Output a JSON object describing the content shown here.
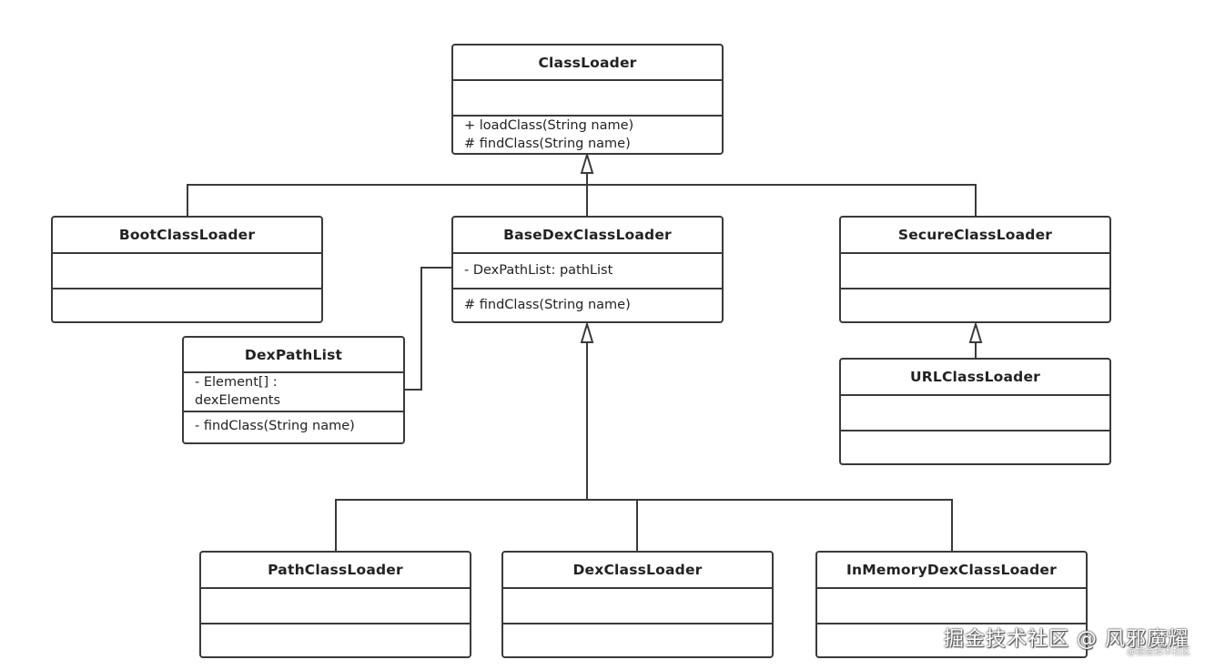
{
  "classes": {
    "classloader": {
      "name": "ClassLoader",
      "attributes": [],
      "operations": [
        "+ loadClass(String name)",
        "# findClass(String name)"
      ]
    },
    "bootclassloader": {
      "name": "BootClassLoader",
      "attributes": [],
      "operations": []
    },
    "basedexclassloader": {
      "name": "BaseDexClassLoader",
      "attributes": [
        "- DexPathList: pathList"
      ],
      "operations": [
        "# findClass(String name)"
      ]
    },
    "secureclassloader": {
      "name": "SecureClassLoader",
      "attributes": [],
      "operations": []
    },
    "dexpathlist": {
      "name": "DexPathList",
      "attributes": [
        "- Element[]  :\ndexElements"
      ],
      "operations": [
        "- findClass(String name)"
      ]
    },
    "urlclassloader": {
      "name": "URLClassLoader",
      "attributes": [],
      "operations": []
    },
    "pathclassloader": {
      "name": "PathClassLoader",
      "attributes": [],
      "operations": []
    },
    "dexclassloader": {
      "name": "DexClassLoader",
      "attributes": [],
      "operations": []
    },
    "inmemorydexclassloader": {
      "name": "InMemoryDexClassLoader",
      "attributes": [],
      "operations": []
    }
  },
  "relations": [
    {
      "type": "generalization",
      "from": "bootclassloader",
      "to": "classloader"
    },
    {
      "type": "generalization",
      "from": "basedexclassloader",
      "to": "classloader"
    },
    {
      "type": "generalization",
      "from": "secureclassloader",
      "to": "classloader"
    },
    {
      "type": "generalization",
      "from": "urlclassloader",
      "to": "secureclassloader"
    },
    {
      "type": "generalization",
      "from": "pathclassloader",
      "to": "basedexclassloader"
    },
    {
      "type": "generalization",
      "from": "dexclassloader",
      "to": "basedexclassloader"
    },
    {
      "type": "generalization",
      "from": "inmemorydexclassloader",
      "to": "basedexclassloader"
    },
    {
      "type": "association",
      "from": "basedexclassloader",
      "to": "dexpathlist"
    }
  ],
  "watermark": "掘金技术社区 @ 风邪魔耀",
  "watermark_small": "@掘金技术社区",
  "colors": {
    "line": "#3a3a3a",
    "background": "#ffffff"
  }
}
